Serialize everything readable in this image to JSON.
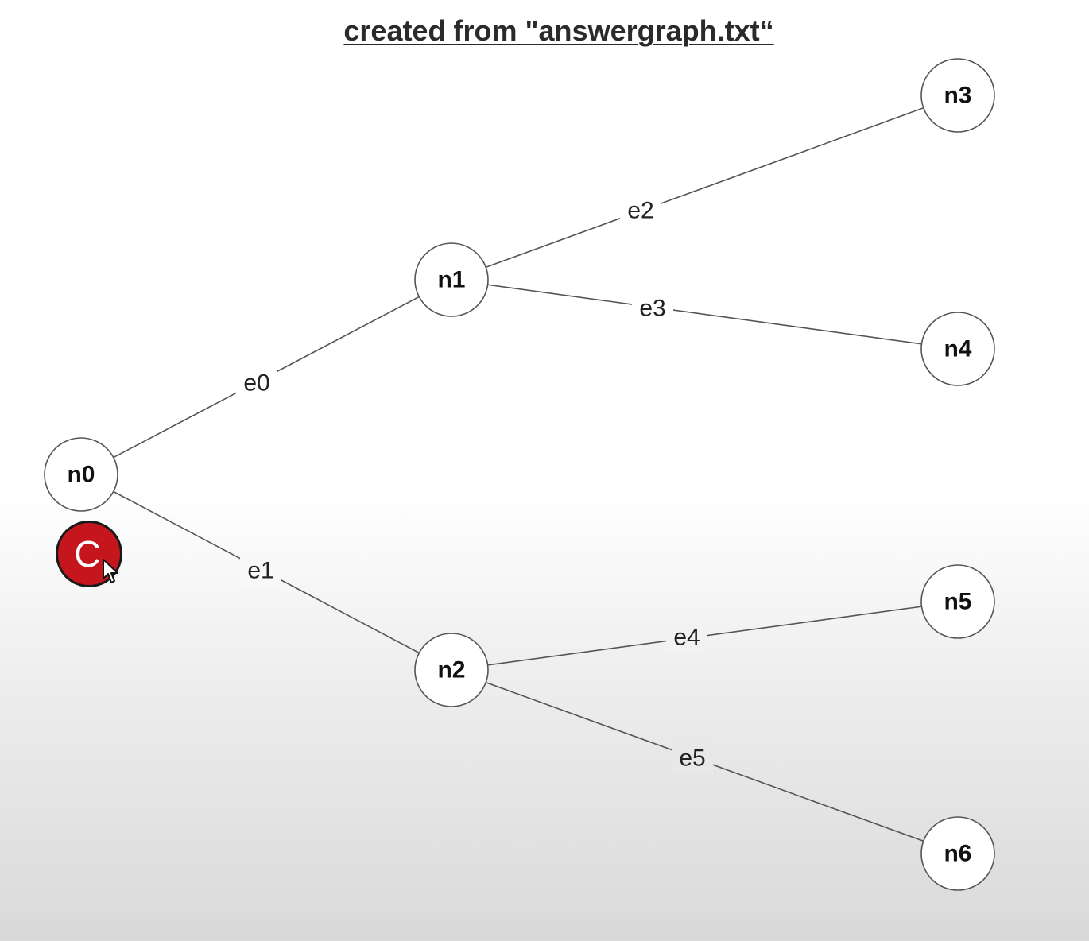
{
  "title": "created from \"answergraph.txt“",
  "nodes": [
    {
      "id": "n0",
      "label": "n0"
    },
    {
      "id": "n1",
      "label": "n1"
    },
    {
      "id": "n2",
      "label": "n2"
    },
    {
      "id": "n3",
      "label": "n3"
    },
    {
      "id": "n4",
      "label": "n4"
    },
    {
      "id": "n5",
      "label": "n5"
    },
    {
      "id": "n6",
      "label": "n6"
    }
  ],
  "edges": [
    {
      "id": "e0",
      "label": "e0",
      "source": "n0",
      "target": "n1"
    },
    {
      "id": "e1",
      "label": "e1",
      "source": "n0",
      "target": "n2"
    },
    {
      "id": "e2",
      "label": "e2",
      "source": "n1",
      "target": "n3"
    },
    {
      "id": "e3",
      "label": "e3",
      "source": "n1",
      "target": "n4"
    },
    {
      "id": "e4",
      "label": "e4",
      "source": "n2",
      "target": "n5"
    },
    {
      "id": "e5",
      "label": "e5",
      "source": "n2",
      "target": "n6"
    }
  ],
  "cursor_badge": {
    "letter": "C",
    "color": "#c4161c"
  }
}
